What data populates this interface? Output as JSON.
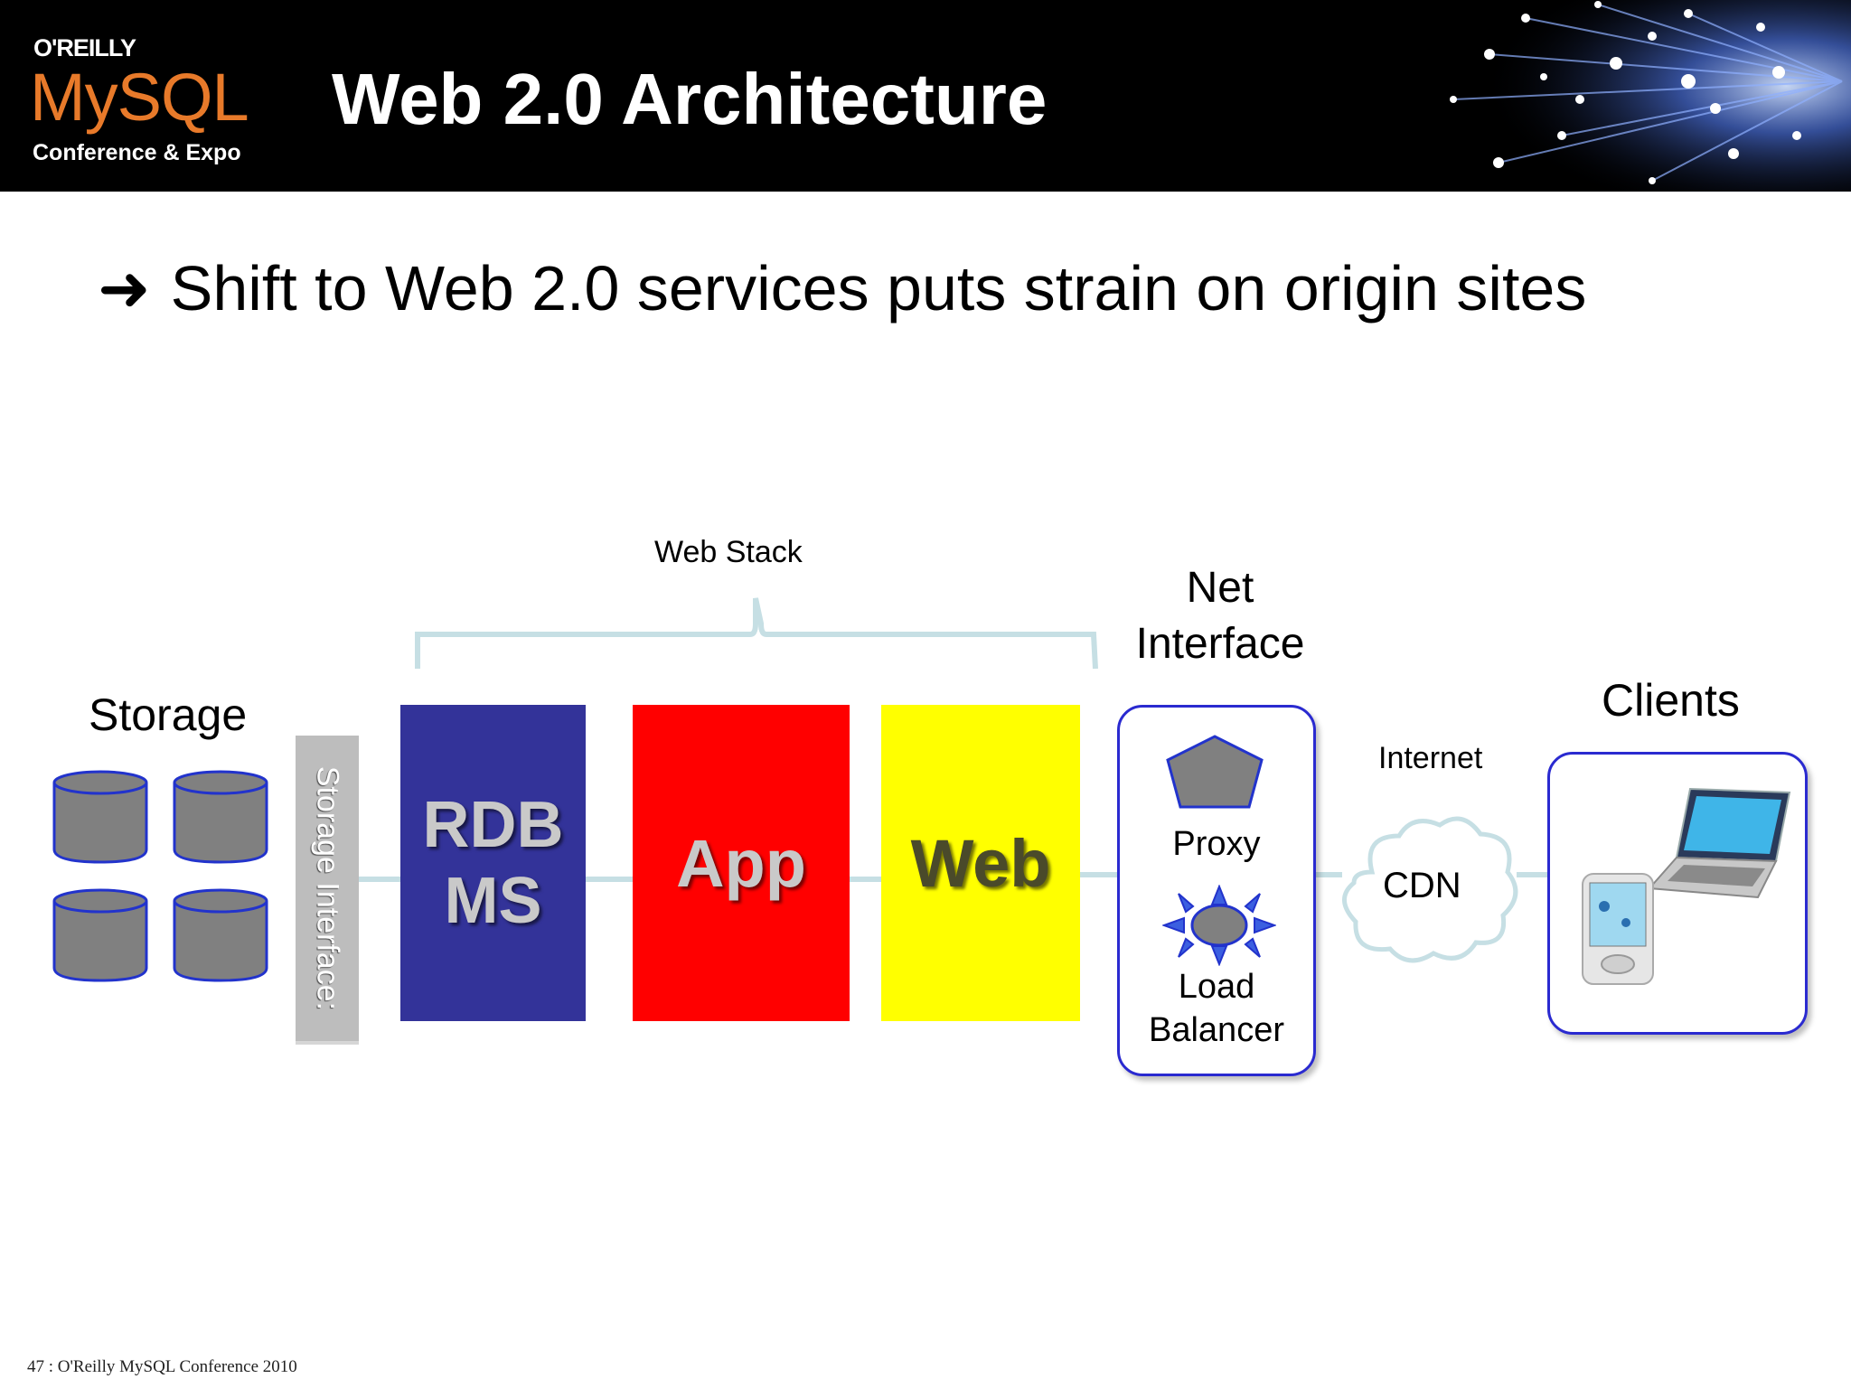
{
  "header": {
    "logo_publisher": "O'REILLY",
    "logo_product": "MySQL",
    "logo_tagline": "Conference & Expo",
    "title": "Web 2.0 Architecture"
  },
  "bullet": {
    "text": "Shift to Web 2.0 services puts strain on origin sites"
  },
  "diagram": {
    "web_stack_label": "Web Stack",
    "storage_label": "Storage",
    "storage_interface_label": "Storage  Interface:",
    "rdbms_line1": "RDB",
    "rdbms_line2": "MS",
    "app_label": "App",
    "web_label": "Web",
    "net_interface_line1": "Net",
    "net_interface_line2": "Interface",
    "proxy_label": "Proxy",
    "lb_line1": "Load",
    "lb_line2": "Balancer",
    "internet_label": "Internet",
    "cdn_label": "CDN",
    "clients_label": "Clients",
    "colors": {
      "rdbms": "#333399",
      "app": "#ff0000",
      "web": "#ffff00",
      "disk": "#808080",
      "panel_border": "#2a2ad0",
      "connector": "#c6dfe4"
    }
  },
  "footer": {
    "text": "47 : O'Reilly MySQL Conference 2010"
  }
}
